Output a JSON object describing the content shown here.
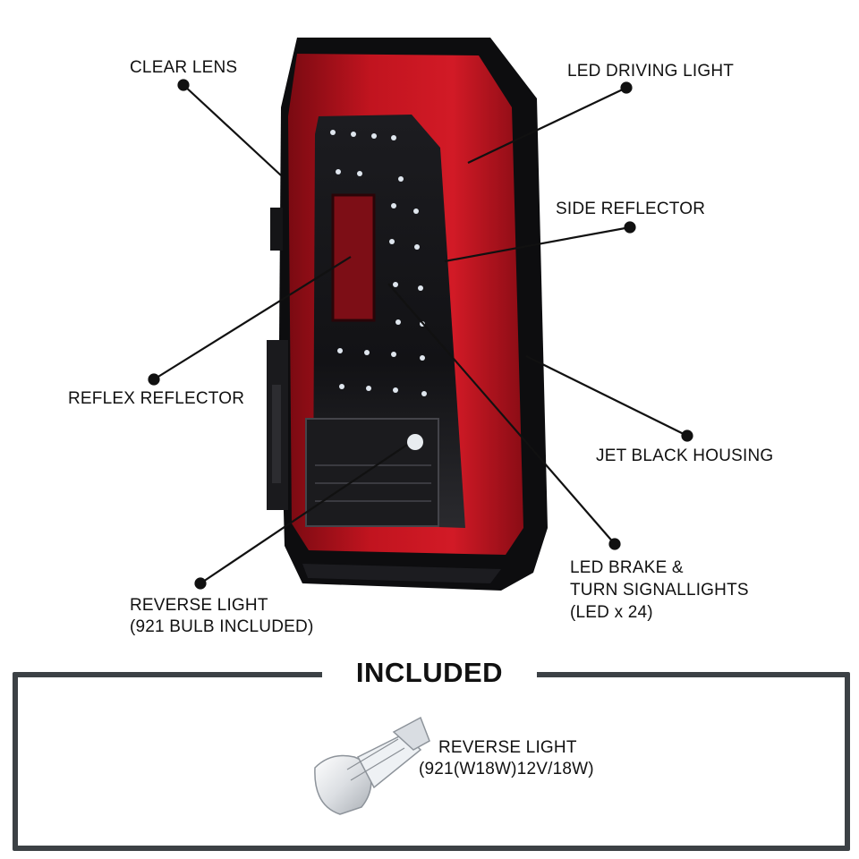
{
  "colors": {
    "lens_red": "#b3121e",
    "housing_black": "#0d0d0f",
    "frame_gray": "#3c4145"
  },
  "callouts": {
    "clear_lens": "CLEAR LENS",
    "led_driving_light": "LED DRIVING LIGHT",
    "side_reflector": "SIDE REFLECTOR",
    "reflex_reflector": "REFLEX REFLECTOR",
    "jet_black_housing": "JET BLACK HOUSING",
    "led_brake_line1": "LED BRAKE &",
    "led_brake_line2": "TURN SIGNALLIGHTS",
    "led_brake_line3": "(LED x 24)",
    "reverse_light_line1": "REVERSE LIGHT",
    "reverse_light_line2": "(921 BULB INCLUDED)"
  },
  "included": {
    "title": "INCLUDED",
    "bulb_line1": "REVERSE LIGHT",
    "bulb_line2": "(921(W18W)12V/18W)"
  }
}
